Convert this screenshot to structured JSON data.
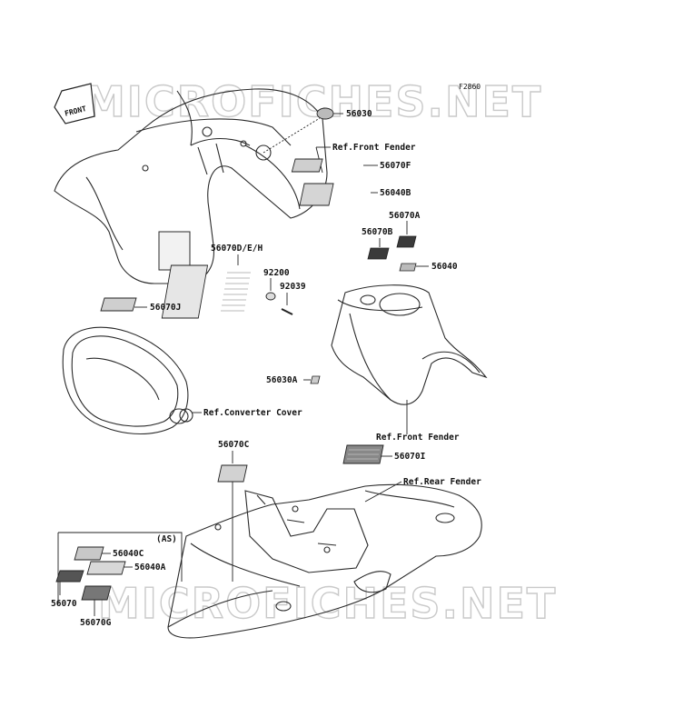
{
  "figure_code": "F2860",
  "watermark": "MICROFICHES.NET",
  "front_arrow": "FRONT",
  "labels": {
    "p56030": "56030",
    "ref_front_fender_top": "Ref.Front Fender",
    "p56070F": "56070F",
    "p56040B": "56040B",
    "p56070A": "56070A",
    "p56070B": "56070B",
    "p56040": "56040",
    "p56070DEH": "56070D/E/H",
    "p92200": "92200",
    "p92039": "92039",
    "p56070J": "56070J",
    "p56030A": "56030A",
    "ref_converter_cover": "Ref.Converter Cover",
    "ref_front_fender_mid": "Ref.Front Fender",
    "p56070C": "56070C",
    "p56070I": "56070I",
    "ref_rear_fender": "Ref.Rear Fender",
    "as_note": "(AS)",
    "p56040C": "56040C",
    "p56040A": "56040A",
    "p56070": "56070",
    "p56070G": "56070G"
  }
}
